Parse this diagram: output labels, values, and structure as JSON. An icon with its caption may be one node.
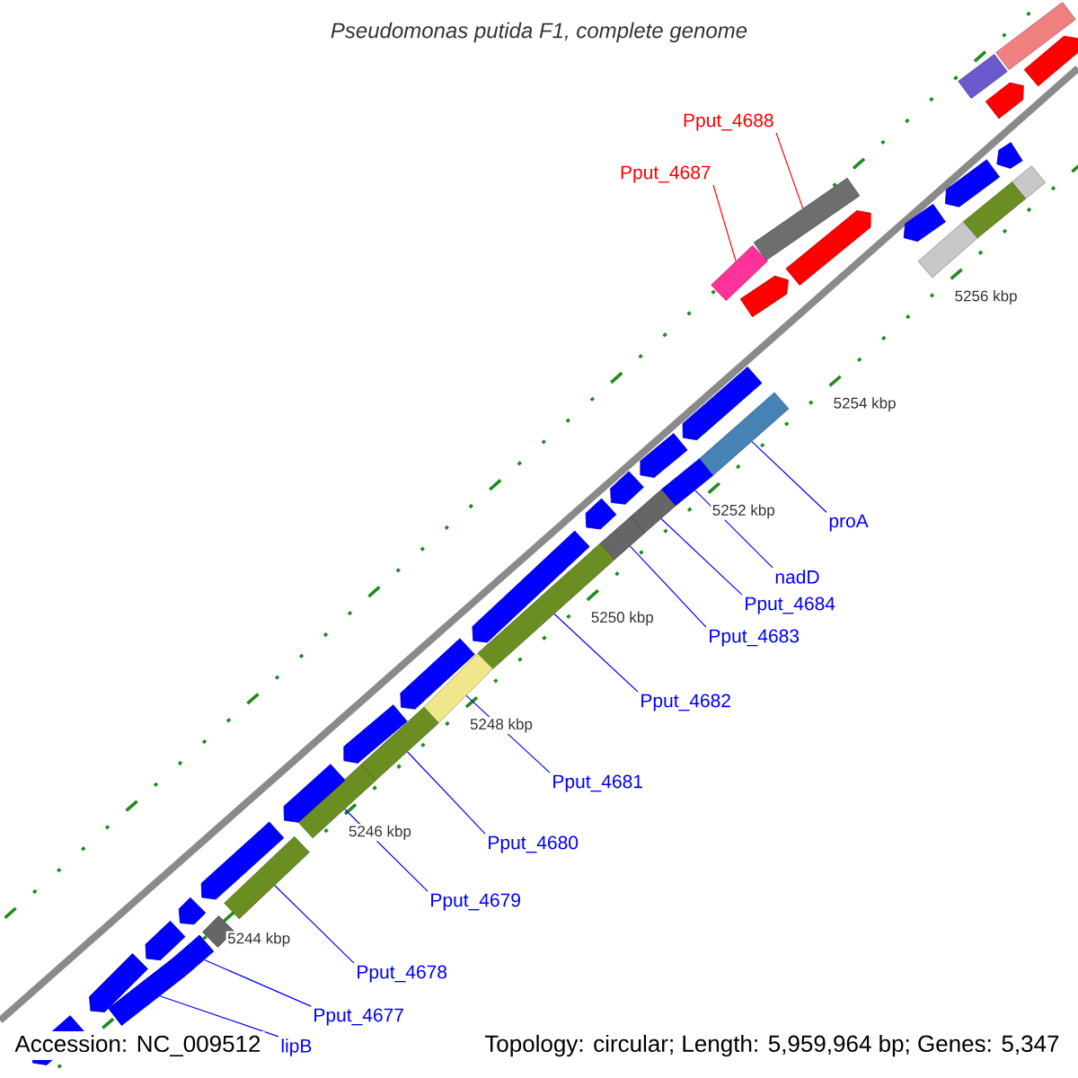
{
  "diagram": {
    "title": "*Pseudomonas putida* F1, complete genome",
    "nodes": [
      {
        "text": [
          "Pput_4688"
        ]
      },
      {
        "text": [
          "Pput_4687"
        ]
      },
      {
        "text": [
          "proA"
        ]
      },
      {
        "text": [
          "nadD"
        ]
      },
      {
        "text": [
          "Pput_4684"
        ]
      },
      {
        "text": [
          "Pput_4683"
        ]
      },
      {
        "text": [
          "Pput_4682"
        ]
      },
      {
        "text": [
          "Pput_4681"
        ]
      },
      {
        "text": [
          "Pput_4680"
        ]
      },
      {
        "text": [
          "Pput_4679"
        ]
      },
      {
        "text": [
          "Pput_4678"
        ]
      },
      {
        "text": [
          "Pput_4677"
        ]
      },
      {
        "text": [
          "lipB"
        ]
      },
      {
        "text": [],
        "shape": "bar"
      },
      {
        "text": [],
        "shape": "bar"
      },
      {
        "text": [],
        "shape": "bar"
      },
      {
        "text": [],
        "shape": "bar"
      },
      {
        "text": [],
        "shape": "bar"
      },
      {
        "text": [],
        "shape": "bar"
      },
      {
        "text": [],
        "shape": "bar"
      },
      {
        "text": [],
        "shape": "bar"
      },
      {
        "text": [],
        "shape": "bar"
      },
      {
        "text": [],
        "shape": "bar"
      },
      {
        "text": [],
        "shape": "bar"
      },
      {
        "text": [],
        "shape": "bar"
      },
      {
        "text": [],
        "shape": "bar"
      },
      {
        "text": [],
        "shape": "bar"
      },
      {
        "text": [],
        "shape": "arrow"
      },
      {
        "text": [],
        "shape": "bar"
      },
      {
        "text": [],
        "shape": "arrow"
      },
      {
        "text": [],
        "shape": "arrow"
      },
      {
        "text": [],
        "shape": "bar"
      },
      {
        "text": [],
        "shape": "arrow"
      },
      {
        "text": [],
        "shape": "bar"
      },
      {
        "text": [],
        "shape": "arrow"
      },
      {
        "text": [],
        "shape": "arrow"
      },
      {
        "text": [],
        "shape": "bar"
      },
      {
        "text": [],
        "shape": "arrow"
      },
      {
        "text": [],
        "shape": "arrow"
      },
      {
        "text": [],
        "shape": "arrow"
      },
      {
        "text": [],
        "shape": "arrow"
      },
      {
        "text": [],
        "shape": "arrow"
      },
      {
        "text": [],
        "shape": "arrow"
      },
      {
        "text": [],
        "shape": "arrow"
      },
      {
        "text": [],
        "shape": "arrow"
      },
      {
        "text": [],
        "shape": "arrow"
      },
      {
        "text": [],
        "shape": "arrow"
      },
      {
        "text": [],
        "shape": "arrow"
      },
      {
        "text": [],
        "shape": "bar"
      },
      {
        "text": [],
        "shape": "arrow"
      },
      {
        "text": [],
        "shape": "arrow"
      },
      {
        "text": [],
        "shape": "arrow"
      }
    ],
    "edges": [
      {
        "from": 0,
        "to": 13,
        "arrow": "none",
        "color": "#ff0000"
      },
      {
        "from": 1,
        "to": 14,
        "arrow": "none",
        "color": "#ff0000"
      },
      {
        "from": 2,
        "to": 15,
        "arrow": "none"
      },
      {
        "from": 3,
        "to": 16,
        "arrow": "none"
      },
      {
        "from": 4,
        "to": 17,
        "arrow": "none"
      },
      {
        "from": 5,
        "to": 18,
        "arrow": "none"
      },
      {
        "from": 6,
        "to": 19,
        "arrow": "none"
      },
      {
        "from": 7,
        "to": 20,
        "arrow": "none"
      },
      {
        "from": 8,
        "to": 21,
        "arrow": "none"
      },
      {
        "from": 9,
        "to": 22,
        "arrow": "none"
      },
      {
        "from": 10,
        "to": 23,
        "arrow": "none"
      },
      {
        "from": 11,
        "to": 24,
        "arrow": "none"
      },
      {
        "from": 12,
        "to": 25,
        "arrow": "none"
      }
    ],
    "labels": [
      "5256 kbp",
      "5254 kbp",
      "5252 kbp",
      "5250 kbp",
      "5248 kbp",
      "5246 kbp",
      "5244 kbp",
      "Accession: NC_009512",
      "Topology: circular; Length: 5,959,964 bp; Genes: 5,347"
    ]
  }
}
